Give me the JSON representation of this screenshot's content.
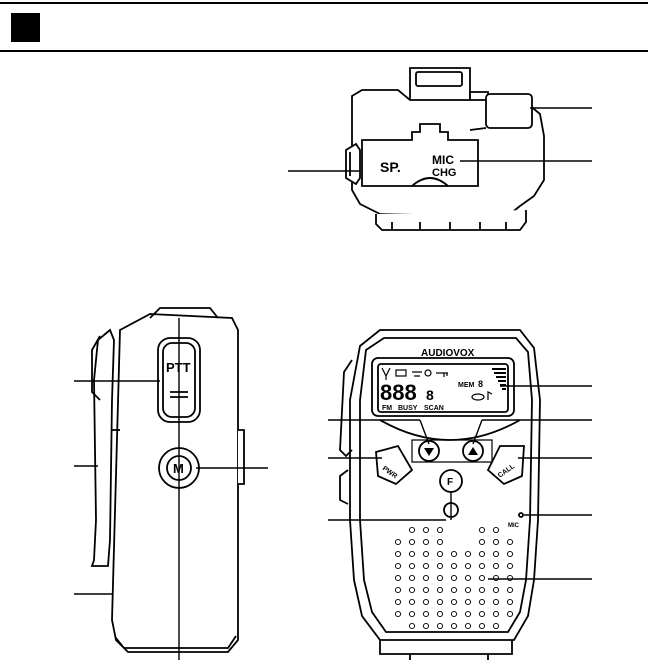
{
  "top_view": {
    "sp_label": "SP.",
    "mic_label": "MIC",
    "chg_label": "CHG"
  },
  "side_view": {
    "ptt_label": "PTT",
    "m_label": "M"
  },
  "front_view": {
    "brand": "AUDIOVOX",
    "display_digits": "888",
    "display_small_digit": "8",
    "mem_label": "MEM",
    "mem_digit": "8",
    "fm_label": "FM",
    "busy_label": "BUSY",
    "scan_label": "SCAN",
    "pwr_label": "PWR",
    "call_label": "CALL",
    "f_label": "F",
    "mic_label": "MIC"
  },
  "icons": [
    "down-arrow-icon",
    "up-arrow-icon",
    "antenna-icon",
    "battery-icon",
    "key-icon",
    "music-note-icon"
  ]
}
